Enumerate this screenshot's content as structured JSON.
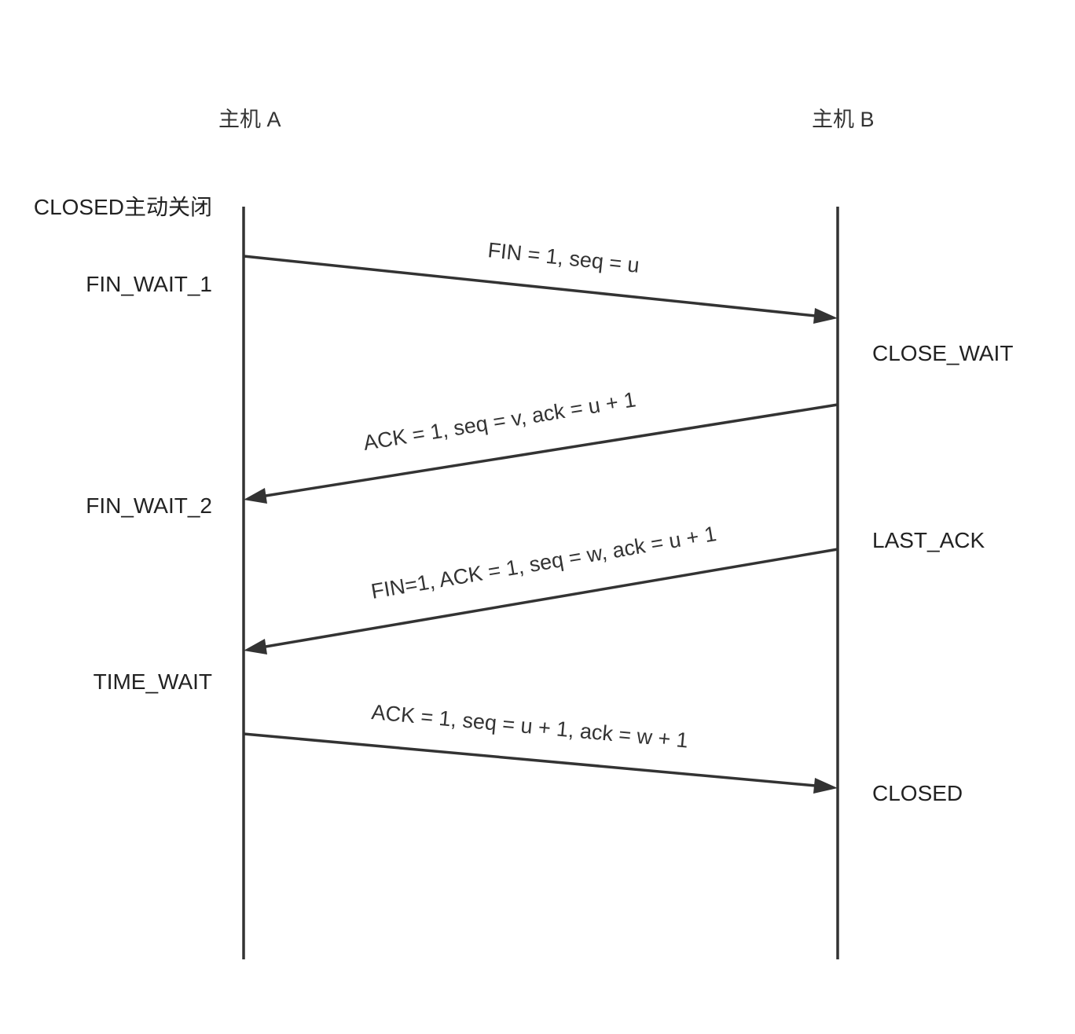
{
  "hosts": {
    "a": {
      "label": "主机 A"
    },
    "b": {
      "label": "主机 B"
    }
  },
  "states": {
    "a": [
      {
        "label": "CLOSED主动关闭"
      },
      {
        "label": "FIN_WAIT_1"
      },
      {
        "label": "FIN_WAIT_2"
      },
      {
        "label": "TIME_WAIT"
      }
    ],
    "b": [
      {
        "label": "CLOSE_WAIT"
      },
      {
        "label": "LAST_ACK"
      },
      {
        "label": "CLOSED"
      }
    ]
  },
  "messages": [
    {
      "label": "FIN = 1, seq = u",
      "from": "a",
      "to": "b"
    },
    {
      "label": "ACK = 1, seq = v, ack = u + 1",
      "from": "b",
      "to": "a"
    },
    {
      "label": "FIN=1, ACK = 1, seq = w, ack = u + 1",
      "from": "b",
      "to": "a"
    },
    {
      "label": "ACK = 1, seq = u + 1, ack = w + 1",
      "from": "a",
      "to": "b"
    }
  ],
  "colors": {
    "line": "#333333",
    "text": "#333333",
    "background": "#ffffff"
  }
}
